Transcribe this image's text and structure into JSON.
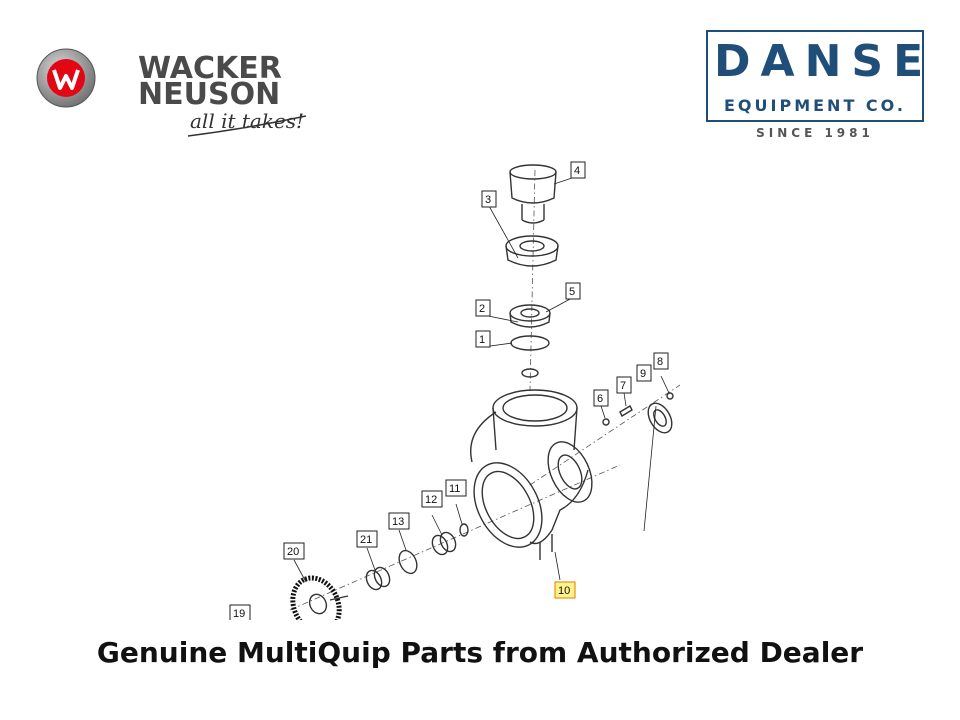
{
  "brand": {
    "wacker_line1": "WACKER",
    "wacker_line2": "NEUSON",
    "tagline": "all it takes!"
  },
  "dealer": {
    "name": "DANSE",
    "subtitle": "EQUIPMENT CO.",
    "since": "SINCE 1981",
    "color": "#1f4e79"
  },
  "diagram": {
    "callouts": [
      "1",
      "2",
      "3",
      "4",
      "5",
      "6",
      "7",
      "8",
      "9",
      "10",
      "11",
      "12",
      "13",
      "19",
      "20",
      "21"
    ],
    "highlighted_callout": "10",
    "highlight_color": "#fff38a"
  },
  "caption": "Genuine MultiQuip Parts from Authorized Dealer"
}
